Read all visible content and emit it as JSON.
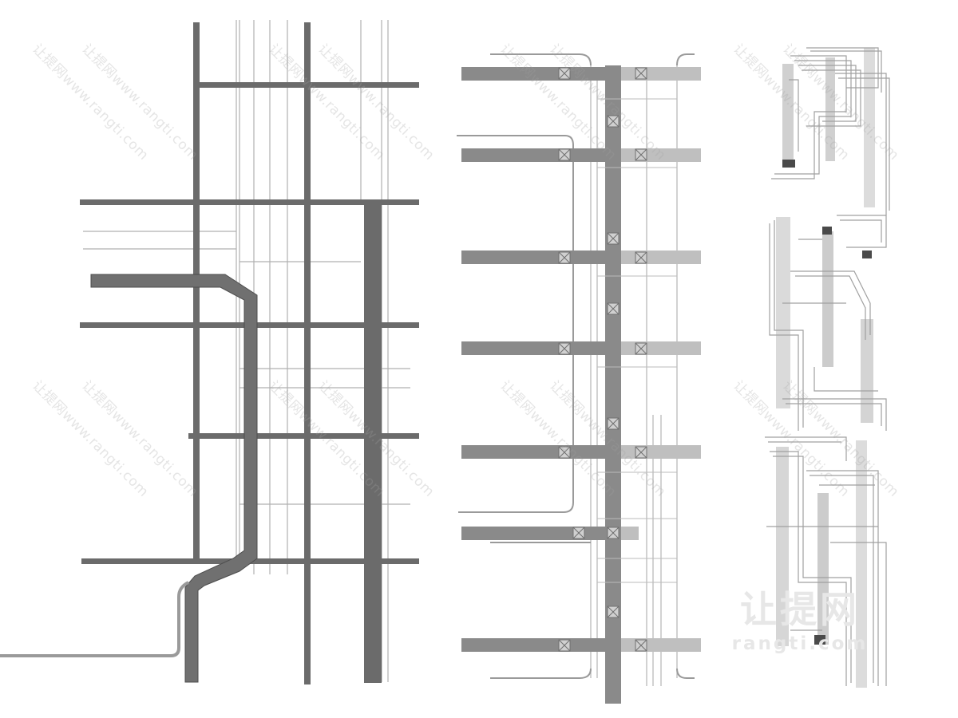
{
  "watermark": {
    "text": "让提网www.rangti.com",
    "logo_cn": "让提网",
    "logo_url": "rangti.com"
  },
  "colors": {
    "duct_dark": "#6b6b6b",
    "duct_mid": "#8a8a8a",
    "duct_light": "#bdbdbd",
    "duct_pale": "#d6d6d6",
    "pipe_line": "#a8a8a8",
    "diffuser": "#9a9a9a",
    "background": "#ffffff"
  }
}
